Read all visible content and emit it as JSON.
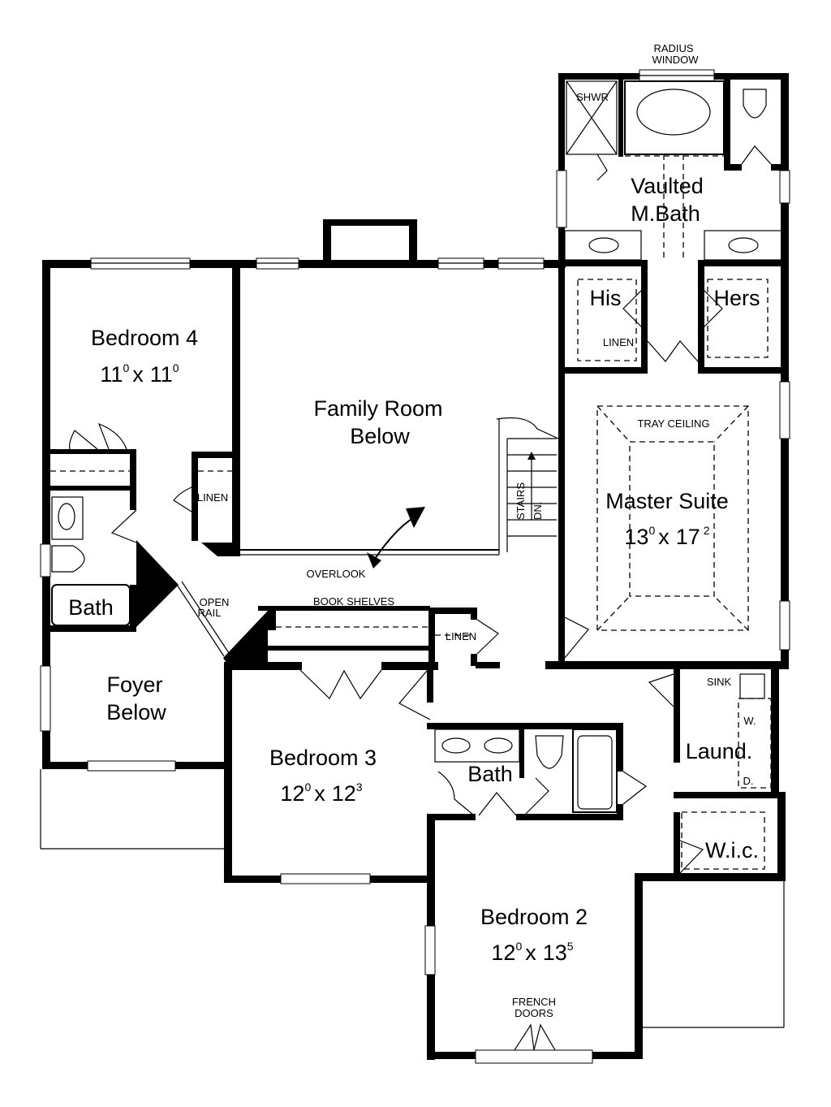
{
  "rooms": {
    "bedroom4": {
      "name": "Bedroom 4",
      "w": "11",
      "w_sup": "0",
      "h": "11",
      "h_sup": "0"
    },
    "family_room": {
      "line1": "Family Room",
      "line2": "Below"
    },
    "vaulted_bath": {
      "line1": "Vaulted",
      "line2": "M.Bath"
    },
    "his": "His",
    "hers": "Hers",
    "master_suite": {
      "name": "Master Suite",
      "w": "13",
      "w_sup": "0",
      "h": "17",
      "h_sup": "2"
    },
    "bath_left": "Bath",
    "foyer": {
      "line1": "Foyer",
      "line2": "Below"
    },
    "bedroom3": {
      "name": "Bedroom 3",
      "w": "12",
      "w_sup": "0",
      "h": "12",
      "h_sup": "3"
    },
    "bath_center": "Bath",
    "laundry": "Laund.",
    "wic": "W.i.c.",
    "bedroom2": {
      "name": "Bedroom 2",
      "w": "12",
      "w_sup": "0",
      "h": "13",
      "h_sup": "5"
    }
  },
  "notes": {
    "radius_window": [
      "RADIUS",
      "WINDOW"
    ],
    "shwr": "SHWR",
    "linen_master": "LINEN",
    "tray_ceiling": "TRAY CEILING",
    "linen_left": "LINEN",
    "stairs": "STAIRS",
    "dn": "DN.",
    "overlook": "OVERLOOK",
    "open_rail": [
      "OPEN",
      "RAIL"
    ],
    "book_shelves": "BOOK SHELVES",
    "linen_hall": "LINEN",
    "sink": "SINK",
    "washer": "W.",
    "dryer": "D.",
    "french_doors": [
      "FRENCH",
      "DOORS"
    ]
  },
  "dimension_separator": "x"
}
